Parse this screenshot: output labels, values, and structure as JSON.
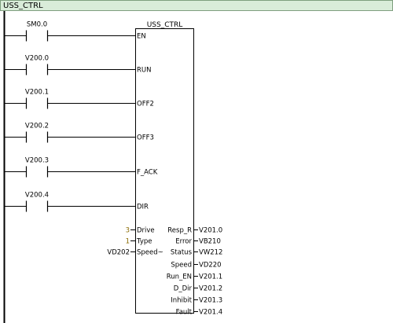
{
  "network": {
    "title": "USS_CTRL"
  },
  "block": {
    "name": "USS_CTRL"
  },
  "contacts": [
    {
      "label": "SM0.0",
      "pin": "EN"
    },
    {
      "label": "V200.0",
      "pin": "RUN"
    },
    {
      "label": "V200.1",
      "pin": "OFF2"
    },
    {
      "label": "V200.2",
      "pin": "OFF3"
    },
    {
      "label": "V200.3",
      "pin": "F_ACK"
    },
    {
      "label": "V200.4",
      "pin": "DIR"
    }
  ],
  "inputs": [
    {
      "value": "3",
      "pin": "Drive",
      "kind": "const"
    },
    {
      "value": "1",
      "pin": "Type",
      "kind": "const"
    },
    {
      "value": "VD202",
      "pin": "Speed~",
      "kind": "addr"
    }
  ],
  "outputs": [
    {
      "pin": "Resp_R",
      "value": "V201.0"
    },
    {
      "pin": "Error",
      "value": "VB210"
    },
    {
      "pin": "Status",
      "value": "VW212"
    },
    {
      "pin": "Speed",
      "value": "VD220"
    },
    {
      "pin": "Run_EN",
      "value": "V201.1"
    },
    {
      "pin": "D_Dir",
      "value": "V201.2"
    },
    {
      "pin": "Inhibit",
      "value": "V201.3"
    },
    {
      "pin": "Fault",
      "value": "V201.4"
    }
  ],
  "colors": {
    "title_bg": "#d9ecd9",
    "constant": "#8a6a00",
    "lines": "#000000"
  }
}
